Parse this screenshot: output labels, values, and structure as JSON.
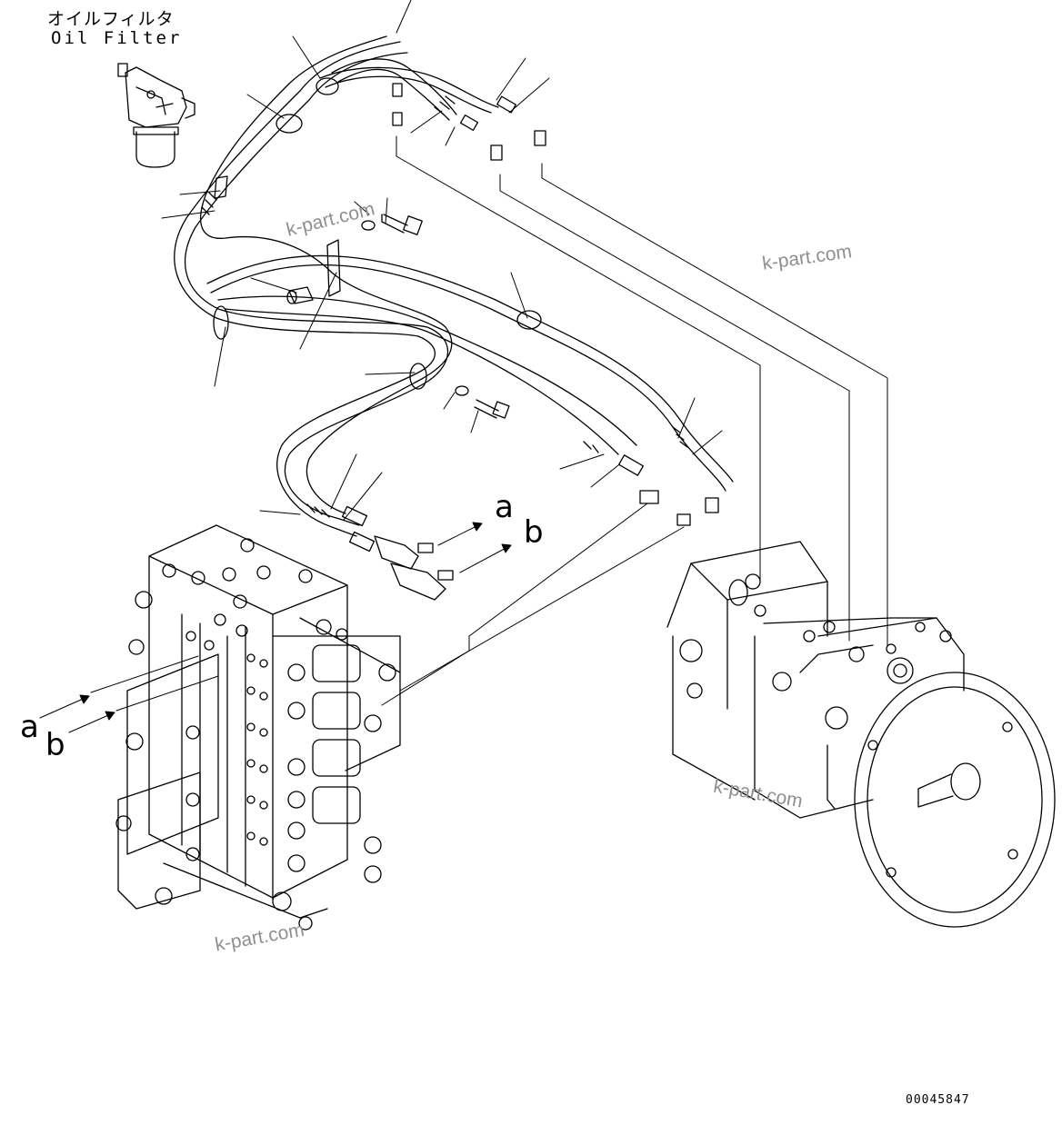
{
  "labels": {
    "title_jp": "オイルフィルタ",
    "title_en": "Oil Filter",
    "a": "a",
    "b": "b",
    "figure_number": "00045847"
  },
  "watermarks": [
    "k-part.com",
    "k-part.com",
    "k-part.com",
    "k-part.com"
  ],
  "colors": {
    "line": "#000000",
    "watermark": "#8f8f8f",
    "background": "#ffffff"
  }
}
